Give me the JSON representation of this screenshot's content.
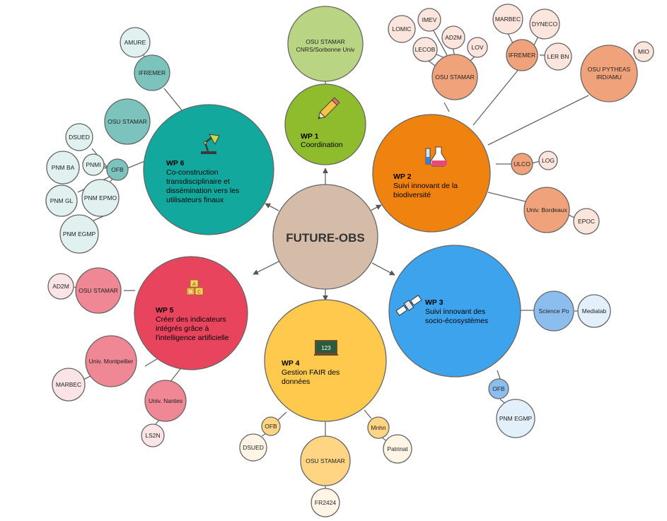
{
  "center": {
    "label": "FUTURE-OBS"
  },
  "colors": {
    "center": "#d4bca8",
    "wp1": "#8fbc2c",
    "wp1_light": "#b9d483",
    "wp2": "#f0820f",
    "wp2_mid": "#f0a27a",
    "wp2_light": "#fbe5dc",
    "wp3": "#3da3ec",
    "wp3_mid": "#8cbdef",
    "wp3_light": "#e3effb",
    "wp4": "#ffc94d",
    "wp4_mid": "#ffd583",
    "wp4_light": "#fff5e6",
    "wp5": "#e8445e",
    "wp5_mid": "#ef8794",
    "wp5_light": "#fbe4e6",
    "wp6": "#12a89d",
    "wp6_mid": "#7cc2bd",
    "wp6_light": "#e1f1f0",
    "stroke": "#666666"
  },
  "work_packages": [
    {
      "id": "wp1",
      "num": "WP 1",
      "title": [
        "Coordination"
      ],
      "icon": "pencil-icon"
    },
    {
      "id": "wp2",
      "num": "WP 2",
      "title": [
        "Suivi innovant de la",
        "biodiversité"
      ],
      "icon": "lab-flask-icon"
    },
    {
      "id": "wp3",
      "num": "WP 3",
      "title": [
        "Suivi innovant des",
        "socio-écosystèmes"
      ],
      "icon": "satellite-icon"
    },
    {
      "id": "wp4",
      "num": "WP 4",
      "title": [
        "Gestion FAIR des",
        "données"
      ],
      "icon": "blackboard-icon"
    },
    {
      "id": "wp5",
      "num": "WP 5",
      "title": [
        "Créer des indicateurs",
        "intégrés grâce à",
        "l'intelligence artificielle"
      ],
      "icon": "abc-blocks-icon"
    },
    {
      "id": "wp6",
      "num": "WP 6",
      "title": [
        "Co-construction",
        "transdisciplinaire et",
        "dissémination vers les",
        "utilisateurs finaux"
      ],
      "icon": "desk-lamp-icon"
    }
  ],
  "partners": {
    "osu_stamar_cnrs": [
      "OSU STAMAR",
      "CNRS/Sorbonne Univ"
    ],
    "wp2": {
      "osu_stamar": "OSU STAMAR",
      "lomic": "LOMIC",
      "imev": "IMEV",
      "ad2m": "AD2M",
      "lecob": "LECOB",
      "lov": "LOV",
      "ifremer": "IFREMER",
      "marbec": "MARBEC",
      "dyneco": "DYNECO",
      "lerbn": "LER BN",
      "osu_pytheas": [
        "OSU PYTHEAS",
        "IRD/AMU"
      ],
      "mio": "MIO",
      "ulco": "ULCO",
      "log": "LOG",
      "univ_bordeaux": "Univ. Bordeaux",
      "epoc": "EPOC"
    },
    "wp3": {
      "science_po": "Science Po",
      "medialab": "Medialab",
      "ofb": "OFB",
      "pnm_egmp": "PNM EGMP"
    },
    "wp4": {
      "ofb": "OFB",
      "dsued": "DSUED",
      "osu_stamar": "OSU STAMAR",
      "fr2424": "FR2424",
      "mnhn": "Mnhn",
      "patrinat": "Patrinat"
    },
    "wp5": {
      "osu_stamar": "OSU STAMAR",
      "ad2m": "AD2M",
      "univ_montpellier": "Univ. Montpellier",
      "marbec": "MARBEC",
      "univ_nantes": "Univ. Nantes",
      "ls2n": "LS2N"
    },
    "wp6": {
      "amure": "AMURE",
      "ifremer": "IFREMER",
      "osu_stamar": "OSU STAMAR",
      "ofb": "OFB",
      "dsued": "DSUED",
      "pnm_ba": "PNM BA",
      "pnmi": "PNMI",
      "pnm_gl": "PNM GL",
      "pnm_epmo": "PNM EPMO",
      "pnm_egmp": "PNM EGMP"
    }
  }
}
